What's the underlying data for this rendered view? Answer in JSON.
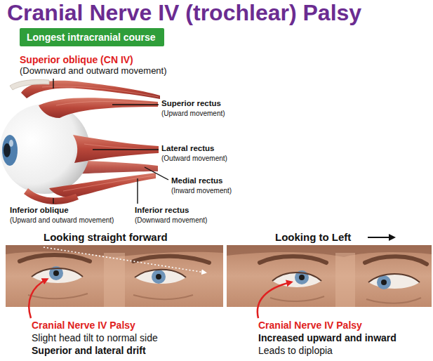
{
  "diagram": {
    "title": "Cranial Nerve IV (trochlear) Palsy",
    "nodes": [
      {
        "text": [
          "Longest intracranial course"
        ]
      }
    ],
    "labels": [
      "Superior oblique (CN IV)",
      "(Downward and outward movement)",
      "Superior rectus",
      "(Upward movement)",
      "Lateral rectus",
      "(Outward movement)",
      "Medial rectus",
      "(Inward movement)",
      "Inferior oblique",
      "(Upward and outward movement)",
      "Inferior rectus",
      "(Downward movement)",
      "Looking straight forward",
      "Looking to Left",
      "Cranial Nerve IV Palsy",
      "Slight head tilt to normal side",
      "Superior and lateral drift",
      "Cranial Nerve IV Palsy",
      "Increased upward and inward",
      "Leads to diplopia"
    ]
  }
}
